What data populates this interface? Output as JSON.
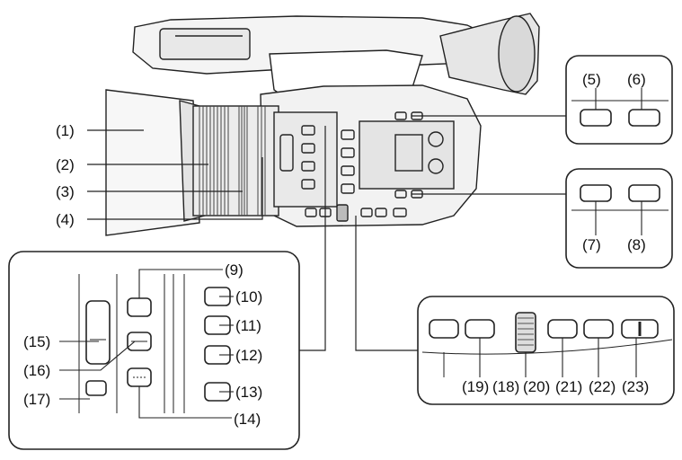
{
  "labels": {
    "l1": "(1)",
    "l2": "(2)",
    "l3": "(3)",
    "l4": "(4)",
    "l5": "(5)",
    "l6": "(6)",
    "l7": "(7)",
    "l8": "(8)",
    "l9": "(9)",
    "l10": "(10)",
    "l11": "(11)",
    "l12": "(12)",
    "l13": "(13)",
    "l14": "(14)",
    "l15": "(15)",
    "l16": "(16)",
    "l17": "(17)",
    "l18": "(18)",
    "l19": "(19)",
    "l20": "(20)",
    "l21": "(21)",
    "l22": "(22)",
    "l23": "(23)"
  },
  "colors": {
    "line": "#222222",
    "body_fill": "#f2f2f2",
    "detail": "#555555"
  }
}
